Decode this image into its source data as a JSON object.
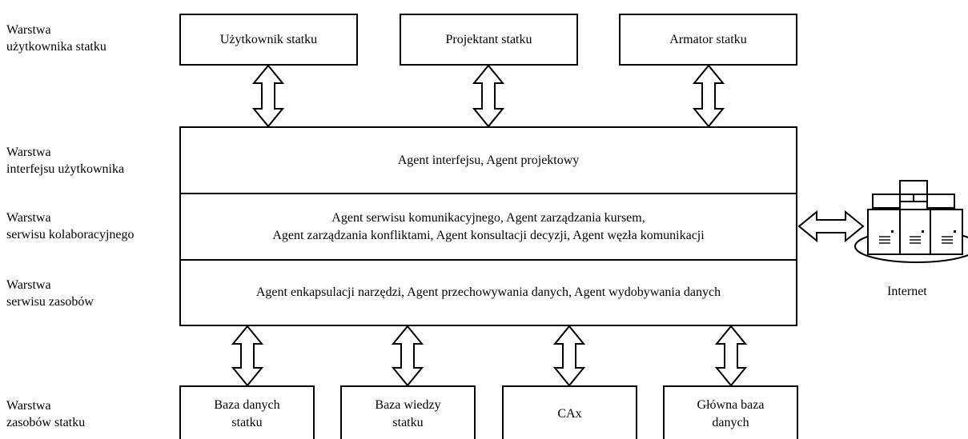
{
  "layers": [
    {
      "line1": "Warstwa",
      "line2": "użytkownika statku"
    },
    {
      "line1": "Warstwa",
      "line2": "interfejsu użytkownika"
    },
    {
      "line1": "Warstwa",
      "line2": "serwisu kolaboracyjnego"
    },
    {
      "line1": "Warstwa",
      "line2": "serwisu zasobów"
    },
    {
      "line1": "Warstwa",
      "line2": "zasobów statku"
    }
  ],
  "top_boxes": [
    {
      "label": "Użytkownik statku"
    },
    {
      "label": "Projektant statku"
    },
    {
      "label": "Armator statku"
    }
  ],
  "interface_row": {
    "text": "Agent interfejsu, Agent projektowy"
  },
  "collab_row": {
    "line1": "Agent serwisu komunikacyjnego, Agent zarządzania kursem,",
    "line2": "Agent zarządzania konfliktami, Agent konsultacji decyzji, Agent węzła komunikacji"
  },
  "resource_row": {
    "text": "Agent enkapsulacji narzędzi, Agent przechowywania danych, Agent wydobywania danych"
  },
  "bottom_boxes": [
    {
      "line1": "Baza danych",
      "line2": "statku"
    },
    {
      "line1": "Baza wiedzy",
      "line2": "statku"
    },
    {
      "line1": "CAx",
      "line2": ""
    },
    {
      "line1": "Główna baza",
      "line2": "danych"
    }
  ],
  "internet": {
    "label": "Internet",
    "icon": "server-network-icon"
  }
}
